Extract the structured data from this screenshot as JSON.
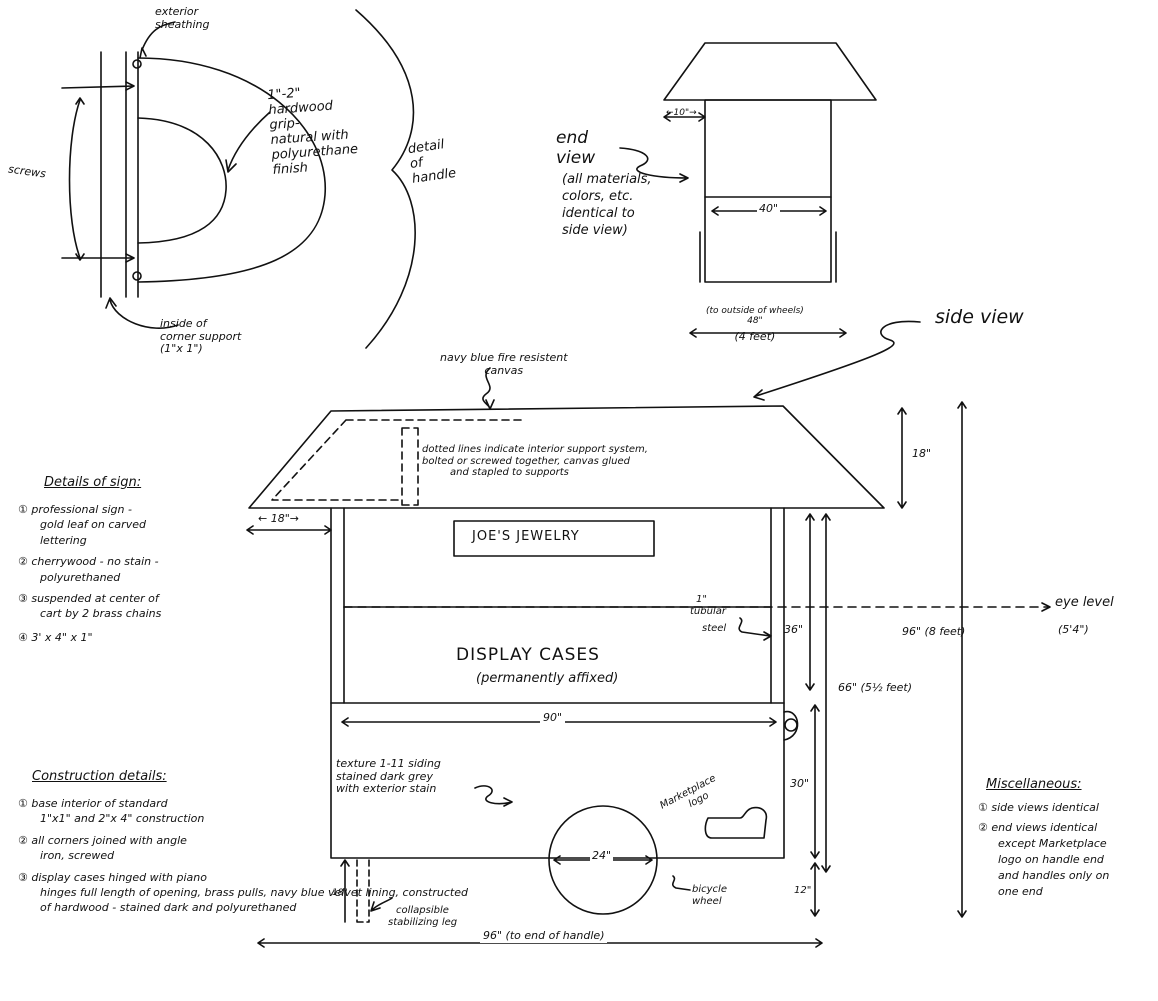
{
  "handle_detail": {
    "exterior_sheathing": [
      "exterior",
      "sheathing"
    ],
    "screws": "screws",
    "hardwood_grip": [
      "1\"-2\"",
      "hardwood",
      "grip-",
      "natural with",
      "polyurethane",
      "finish"
    ],
    "detail_of_handle": [
      "detail",
      "of",
      "handle"
    ],
    "corner_support": [
      "inside of",
      "corner support",
      "(1\"x 1\")"
    ]
  },
  "end_view": {
    "label": [
      "end",
      "view",
      "(all materials,",
      "colors, etc.",
      "identical to",
      "side view)"
    ],
    "overhang": "←10\"→",
    "width_40": "40\"",
    "outside_width": [
      "(to outside of wheels)",
      "48\"",
      "(4 feet)"
    ]
  },
  "side_view": {
    "label": "side view",
    "canvas_note": [
      "navy blue fire resistent",
      "canvas"
    ],
    "dotted_note": [
      "dotted lines indicate interior support system,",
      "bolted or screwed together, canvas glued",
      "and stapled to supports"
    ],
    "roof_overhang": "← 18\"→",
    "roof_height": "18\"",
    "sign_text": "JOE'S JEWELRY",
    "tubular_steel": [
      "1\"",
      "tubular",
      "steel"
    ],
    "eye_level": "eye level",
    "eye_level_height": "(5'4\")",
    "dim_36": "36\"",
    "dim_96_total": "96\" (8 feet)",
    "display_cases": "DISPLAY CASES",
    "permanently_affixed": "(permanently affixed)",
    "dim_66": "66\" (5½ feet)",
    "dim_90": "90\"",
    "siding_note": [
      "texture 1-11 siding",
      "stained dark grey",
      "with exterior stain"
    ],
    "marketplace_logo": [
      "Marketplace",
      "logo"
    ],
    "dim_30": "30\"",
    "wheel_diameter": "24\"",
    "bicycle_wheel": [
      "bicycle",
      "wheel"
    ],
    "dim_12": "12\"",
    "leg_height": "18\"",
    "leg_note": [
      "collapsible",
      "stabilizing leg"
    ],
    "overall_length": "96\" (to end of handle)"
  },
  "sign_details": {
    "heading": "Details of sign:",
    "items": [
      [
        "① professional sign -",
        "gold leaf on carved",
        "lettering"
      ],
      [
        "② cherrywood - no stain -",
        "polyurethaned"
      ],
      [
        "③ suspended at center of",
        "cart by 2 brass chains"
      ],
      [
        "④ 3' x 4\" x 1\""
      ]
    ]
  },
  "construction_details": {
    "heading": "Construction details:",
    "items": [
      [
        "① base interior of standard",
        "1\"x1\" and 2\"x 4\" construction"
      ],
      [
        "② all corners joined with angle",
        "iron, screwed"
      ],
      [
        "③ display cases hinged with piano",
        "hinges full length of opening, brass pulls, navy blue velvet lining, constructed",
        "of hardwood - stained dark and polyurethaned"
      ]
    ]
  },
  "miscellaneous": {
    "heading": "Miscellaneous:",
    "items": [
      [
        "① side views identical"
      ],
      [
        "② end views identical",
        "except Marketplace",
        "logo on handle end",
        "and handles only on",
        "one end"
      ]
    ]
  }
}
